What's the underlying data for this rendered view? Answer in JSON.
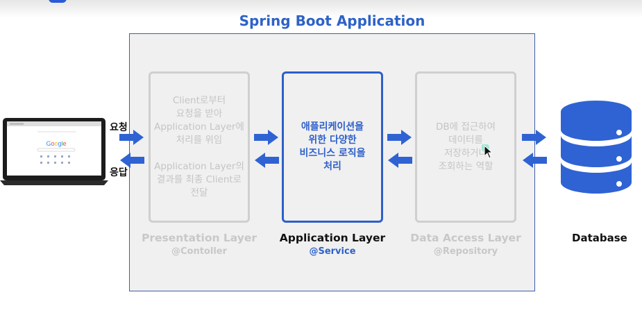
{
  "title": "Spring Boot Application",
  "client": {
    "request_label": "요청",
    "response_label": "응답",
    "browser_logo": "Google"
  },
  "layers": [
    {
      "text": "Client로부터\n요청을 받아\nApplication Layer에\n처리를 위임\n\nApplication Layer의\n결과를 최종 Client로\n전달",
      "name": "Presentation Layer",
      "annotation": "@Contoller"
    },
    {
      "text": "애플리케이션을\n위한 다양한\n비즈니스 로직을\n처리",
      "name": "Application Layer",
      "annotation": "@Service"
    },
    {
      "text": "DB에 접근하여\n데이터를\n저장하거나\n조회하는 역할",
      "name": "Data Access Layer",
      "annotation": "@Repository"
    }
  ],
  "database": {
    "label": "Database"
  },
  "colors": {
    "accent": "#2d62c7",
    "arrow": "#2f63d3",
    "muted": "#c8c8c8",
    "frame_bg": "#f0f0f0"
  },
  "icons": [
    "laptop-icon",
    "database-icon",
    "cursor-icon",
    "arrow-right-icon",
    "arrow-left-icon"
  ]
}
